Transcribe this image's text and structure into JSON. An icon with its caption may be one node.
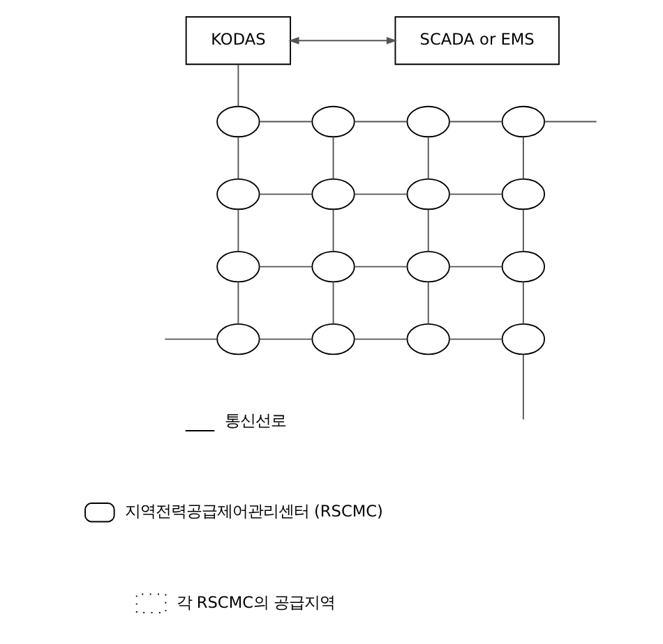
{
  "diagram": {
    "nodes": [
      {
        "text": [
          "KODAS"
        ]
      },
      {
        "text": [
          "SCADA or EMS"
        ]
      },
      {
        "text": [],
        "shape": "circle"
      },
      {
        "text": [],
        "shape": "circle"
      },
      {
        "text": [],
        "shape": "circle"
      },
      {
        "text": [],
        "shape": "circle"
      },
      {
        "text": [],
        "shape": "circle"
      },
      {
        "text": [],
        "shape": "circle"
      },
      {
        "text": [],
        "shape": "circle"
      },
      {
        "text": [],
        "shape": "circle"
      },
      {
        "text": [],
        "shape": "circle"
      },
      {
        "text": [],
        "shape": "circle"
      },
      {
        "text": [],
        "shape": "circle"
      },
      {
        "text": [],
        "shape": "circle"
      },
      {
        "text": [],
        "shape": "circle"
      },
      {
        "text": [],
        "shape": "circle"
      },
      {
        "text": [],
        "shape": "circle"
      },
      {
        "text": [],
        "shape": "circle"
      }
    ],
    "edges": [
      {
        "from": 0,
        "to": 1,
        "arrow": "both"
      },
      {
        "from": 0,
        "to": 2,
        "arrow": "none"
      },
      {
        "from": 5,
        "to": null,
        "arrow": "none"
      },
      {
        "from": null,
        "to": 14,
        "arrow": "none"
      },
      {
        "from": 17,
        "to": null,
        "arrow": "none"
      },
      {
        "from": 2,
        "to": 3,
        "arrow": "none"
      },
      {
        "from": 3,
        "to": 4,
        "arrow": "none"
      },
      {
        "from": 4,
        "to": 5,
        "arrow": "none"
      },
      {
        "from": 6,
        "to": 7,
        "arrow": "none"
      },
      {
        "from": 7,
        "to": 8,
        "arrow": "none"
      },
      {
        "from": 8,
        "to": 9,
        "arrow": "none"
      },
      {
        "from": 10,
        "to": 11,
        "arrow": "none"
      },
      {
        "from": 11,
        "to": 12,
        "arrow": "none"
      },
      {
        "from": 12,
        "to": 13,
        "arrow": "none"
      },
      {
        "from": 14,
        "to": 15,
        "arrow": "none"
      },
      {
        "from": 15,
        "to": 16,
        "arrow": "none"
      },
      {
        "from": 16,
        "to": 17,
        "arrow": "none"
      },
      {
        "from": 2,
        "to": 6,
        "arrow": "none"
      },
      {
        "from": 6,
        "to": 10,
        "arrow": "none"
      },
      {
        "from": 10,
        "to": 14,
        "arrow": "none"
      },
      {
        "from": 3,
        "to": 7,
        "arrow": "none"
      },
      {
        "from": 7,
        "to": 11,
        "arrow": "none"
      },
      {
        "from": 11,
        "to": 15,
        "arrow": "none"
      },
      {
        "from": 4,
        "to": 8,
        "arrow": "none"
      },
      {
        "from": 8,
        "to": 12,
        "arrow": "none"
      },
      {
        "from": 12,
        "to": 16,
        "arrow": "none"
      },
      {
        "from": 5,
        "to": 9,
        "arrow": "none"
      },
      {
        "from": 9,
        "to": 13,
        "arrow": "none"
      },
      {
        "from": 13,
        "to": 17,
        "arrow": "none"
      }
    ],
    "legend": [
      {
        "text": "통신선로"
      },
      {
        "text": "지역전력공급제어관리센터 (RSCMC)"
      },
      {
        "text": "각 RSCMC의 공급지역"
      }
    ]
  }
}
